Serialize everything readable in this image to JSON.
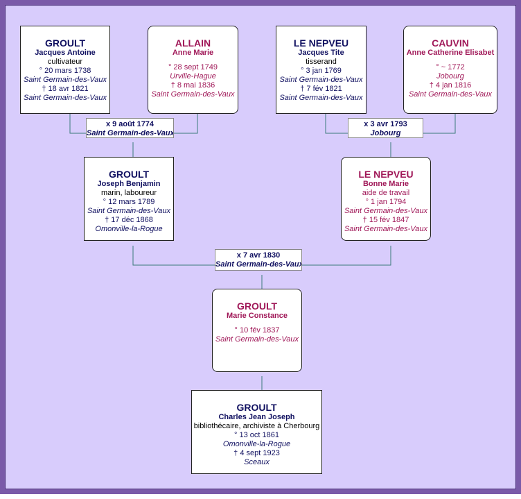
{
  "persons": {
    "p1": {
      "surname": "GROULT",
      "given": "Jacques Antoine",
      "occupation": "cultivateur",
      "birth": "° 20 mars 1738",
      "birth_place": "Saint Germain-des-Vaux",
      "death": "† 18 avr 1821",
      "death_place": "Saint Germain-des-Vaux"
    },
    "p2": {
      "surname": "ALLAIN",
      "given": "Anne Marie",
      "occupation": "",
      "birth": "° 28 sept 1749",
      "birth_place": "Urville-Hague",
      "death": "† 8 mai 1836",
      "death_place": "Saint Germain-des-Vaux"
    },
    "p3": {
      "surname": "LE NEPVEU",
      "given": "Jacques Tite",
      "occupation": "tisserand",
      "birth": "° 3 jan 1769",
      "birth_place": "Saint Germain-des-Vaux",
      "death": "† 7 fév 1821",
      "death_place": "Saint Germain-des-Vaux"
    },
    "p4": {
      "surname": "CAUVIN",
      "given": "Anne Catherine Elisabet",
      "occupation": "",
      "birth": "° ~ 1772",
      "birth_place": "Jobourg",
      "death": "† 4 jan 1816",
      "death_place": "Saint Germain-des-Vaux"
    },
    "p5": {
      "surname": "GROULT",
      "given": "Joseph Benjamin",
      "occupation": "marin, laboureur",
      "birth": "° 12 mars 1789",
      "birth_place": "Saint Germain-des-Vaux",
      "death": "† 17 déc 1868",
      "death_place": "Omonville-la-Rogue"
    },
    "p6": {
      "surname": "LE NEPVEU",
      "given": "Bonne Marie",
      "occupation": "aide de travail",
      "birth": "° 1 jan 1794",
      "birth_place": "Saint Germain-des-Vaux",
      "death": "† 15 fév 1847",
      "death_place": "Saint Germain-des-Vaux"
    },
    "p7": {
      "surname": "GROULT",
      "given": "Marie Constance",
      "occupation": "",
      "birth": "° 10 fév 1837",
      "birth_place": "Saint Germain-des-Vaux",
      "death": "",
      "death_place": ""
    },
    "p8": {
      "surname": "GROULT",
      "given": "Charles Jean Joseph",
      "occupation": "bibliothécaire, archiviste à Cherbourg",
      "birth": "° 13 oct 1861",
      "birth_place": "Omonville-la-Rogue",
      "death": "† 4 sept 1923",
      "death_place": "Sceaux"
    }
  },
  "marriages": {
    "m1": {
      "date": "x 9 août 1774",
      "place": "Saint Germain-des-Vaux"
    },
    "m2": {
      "date": "x 3 avr 1793",
      "place": "Jobourg"
    },
    "m3": {
      "date": "x 7 avr 1830",
      "place": "Saint Germain-des-Vaux"
    }
  },
  "colors": {
    "background": "#d8ccfc",
    "frame": "#7a5aa8",
    "male_text": "#101060",
    "female_text": "#a01858",
    "connector": "#3a7a7a"
  }
}
